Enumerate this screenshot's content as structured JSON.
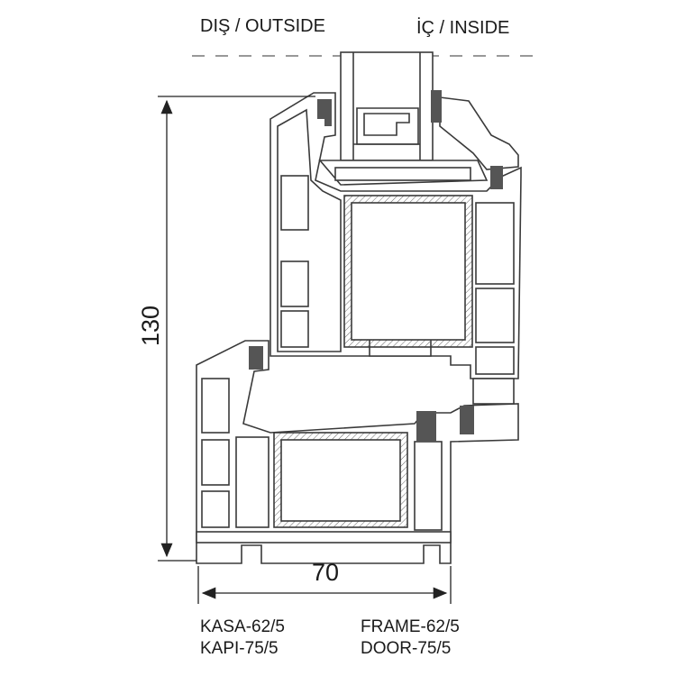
{
  "header": {
    "outside_label": "DIŞ / OUTSIDE",
    "inside_label": "İÇ / INSIDE"
  },
  "dimensions": {
    "height_label": "130",
    "width_label": "70"
  },
  "specs": {
    "tr": [
      "KASA-62/5",
      "KAPI-75/5"
    ],
    "en": [
      "FRAME-62/5",
      "DOOR-75/5"
    ]
  },
  "colors": {
    "line": "#3a3a3a",
    "profile_fill": "#ffffff",
    "gasket": "#555555"
  }
}
